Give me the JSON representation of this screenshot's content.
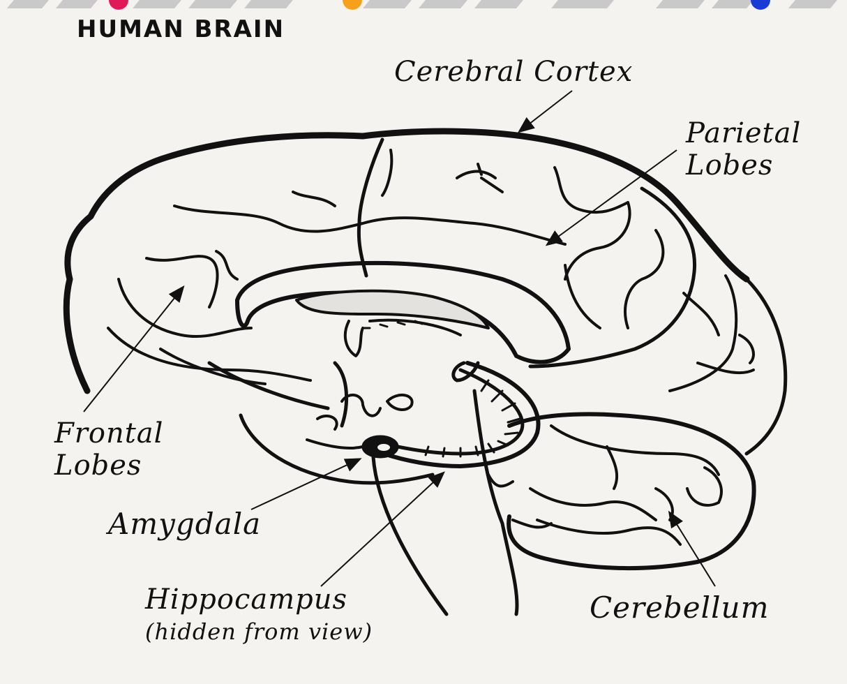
{
  "title": "HUMAN BRAIN",
  "labels": {
    "cerebral_cortex": "Cerebral Cortex",
    "parietal_line1": "Parietal",
    "parietal_line2": "Lobes",
    "frontal_line1": "Frontal",
    "frontal_line2": "Lobes",
    "amygdala": "Amygdala",
    "hippocampus": "Hippocampus",
    "hippocampus_note": "(hidden from view)",
    "cerebellum": "Cerebellum"
  },
  "colors": {
    "ink": "#111111",
    "paper": "#f4f3f0",
    "top_dots": [
      "#e0195a",
      "#f5a11c",
      "#1a3ad6"
    ]
  }
}
